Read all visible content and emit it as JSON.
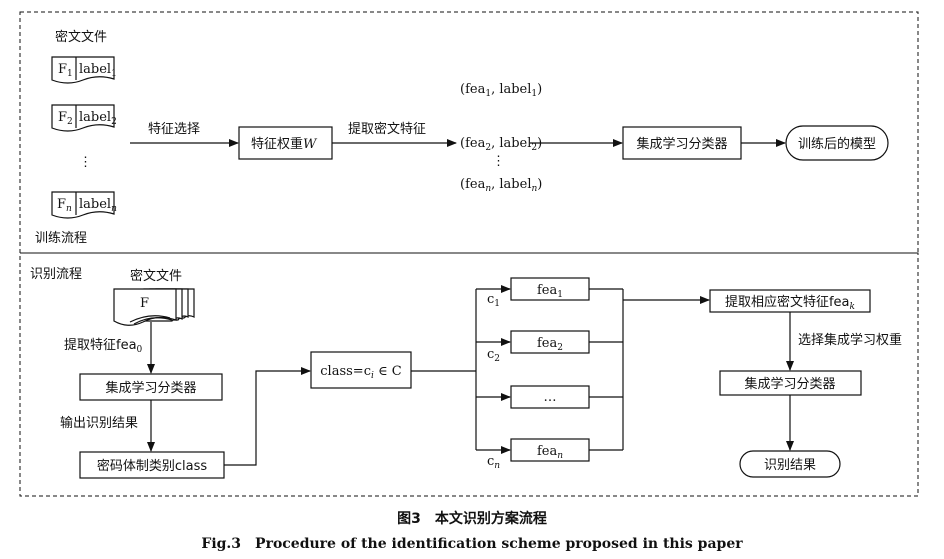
{
  "training": {
    "section_label": "训练流程",
    "files_title": "密文文件",
    "files": [
      {
        "f": "F",
        "f_sub": "1",
        "label": "label",
        "label_sub": "1"
      },
      {
        "f": "F",
        "f_sub": "2",
        "label": "label",
        "label_sub": "2"
      },
      {
        "f": "F",
        "f_sub": "n",
        "label": "label",
        "label_sub": "n"
      }
    ],
    "vdots": "⋮",
    "edge_feature_select": "特征选择",
    "box_weight": "特征权重",
    "box_weight_var": "W",
    "edge_extract": "提取密文特征",
    "pairs": [
      {
        "a": "(fea",
        "a_sub": "1",
        "b": ", label",
        "b_sub": "1",
        "c": ")"
      },
      {
        "a": "(fea",
        "a_sub": "2",
        "b": ", label",
        "b_sub": "2",
        "c": ")"
      },
      {
        "a": "(fea",
        "a_sub": "n",
        "b": ", label",
        "b_sub": "n",
        "c": ")"
      }
    ],
    "box_ensemble": "集成学习分类器",
    "terminal_model": "训练后的模型"
  },
  "recognition": {
    "section_label": "识别流程",
    "file_title": "密文文件",
    "file_f": "F",
    "edge_extract": "提取特征fea",
    "edge_extract_sub": "0",
    "box_ensemble": "集成学习分类器",
    "edge_output": "输出识别结果",
    "box_class": "密码体制类别class",
    "box_class_eq": "class=c",
    "box_class_eq_sub": "i",
    "box_class_eq_tail": " ∈ C",
    "branches": [
      {
        "c": "c",
        "c_sub": "1",
        "fea": "fea",
        "fea_sub": "1"
      },
      {
        "c": "c",
        "c_sub": "2",
        "fea": "fea",
        "fea_sub": "2"
      },
      {
        "c": "",
        "c_sub": "",
        "fea": "…",
        "fea_sub": ""
      },
      {
        "c": "c",
        "c_sub": "n",
        "fea": "fea",
        "fea_sub": "n"
      }
    ],
    "box_extract_k": "提取相应密文特征fea",
    "box_extract_k_sub": "k",
    "edge_select_weight": "选择集成学习权重",
    "box_ensemble2": "集成学习分类器",
    "terminal_result": "识别结果"
  },
  "caption_cn": "图3　本文识别方案流程",
  "caption_en": "Fig.3　Procedure of the identification scheme proposed in this paper"
}
